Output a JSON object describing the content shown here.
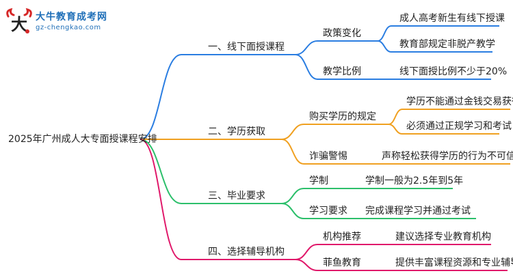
{
  "logo": {
    "name": "大牛教育成考网",
    "url": "gz-chengkao.com"
  },
  "root": "2025年广州成人大专面授课程安排",
  "branches": [
    {
      "label": "一、线下面授课程",
      "color": "#2a7de1",
      "children": [
        {
          "label": "政策变化",
          "leaves": [
            "成人高考新生有线下授课",
            "教育部规定非脱产教学"
          ]
        },
        {
          "label": "教学比例",
          "leaves": [
            "线下面授比例不少于20%"
          ]
        }
      ]
    },
    {
      "label": "二、学历获取",
      "color": "#f0a020",
      "children": [
        {
          "label": "购买学历的规定",
          "leaves": [
            "学历不能通过金钱交易获得",
            "必须通过正规学习和考试"
          ]
        },
        {
          "label": "诈骗警惕",
          "leaves": [
            "声称轻松获得学历的行为不可信"
          ]
        }
      ]
    },
    {
      "label": "三、毕业要求",
      "color": "#2bbf6a",
      "children": [
        {
          "label": "学制",
          "leaves": [
            "学制一般为2.5年到5年"
          ]
        },
        {
          "label": "学习要求",
          "leaves": [
            "完成课程学习并通过考试"
          ]
        }
      ]
    },
    {
      "label": "四、选择辅导机构",
      "color": "#e0186a",
      "children": [
        {
          "label": "机构推荐",
          "leaves": [
            "建议选择专业教育机构"
          ]
        },
        {
          "label": "菲鱼教育",
          "leaves": [
            "提供丰富课程资源和专业辅导"
          ]
        }
      ]
    }
  ]
}
